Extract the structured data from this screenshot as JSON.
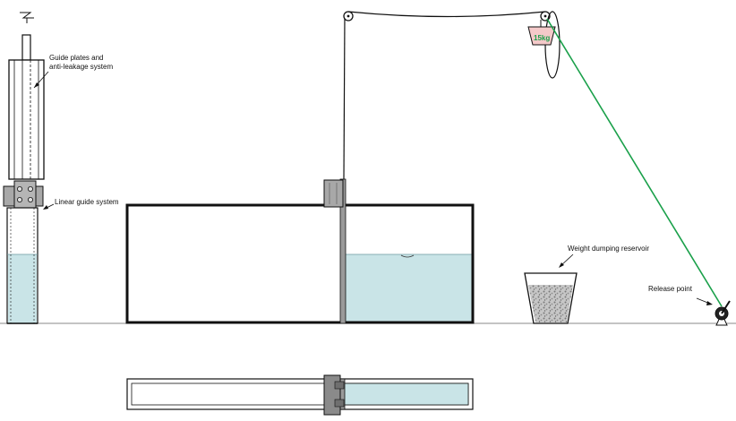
{
  "labels": {
    "guide_plates_line1": "Guide plates and",
    "guide_plates_line2": "anti-leakage system",
    "linear_guide": "Linear guide system",
    "weight_dumping": "Weight dumping reservoir",
    "release_point": "Release point",
    "weight_mass": "15kg"
  },
  "colors": {
    "water": "#c9e4e7",
    "release_rope": "#1aa04a",
    "weight_fill": "#f4c9c9",
    "weight_text": "#1aa04a",
    "gate_plate": "#9a9a9a",
    "clamp": "#a8a8a8",
    "gravel": "#9b9b9b",
    "outline": "#111111"
  }
}
